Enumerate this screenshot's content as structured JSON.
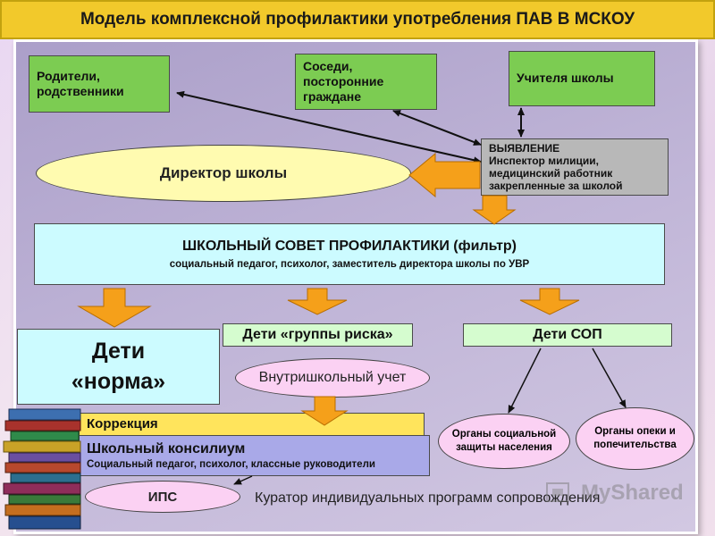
{
  "header": {
    "title": "Модель комплексной профилактики употребления ПАВ В МСКОУ"
  },
  "sources": {
    "parents": [
      "Родители,",
      "родственники"
    ],
    "neighbors": [
      "Соседи,",
      "посторонние",
      "граждане"
    ],
    "teachers": "Учителя школы"
  },
  "director": "Директор школы",
  "detection": {
    "title": "ВЫЯВЛЕНИЕ",
    "lines": [
      "Инспектор милиции,",
      "медицинский работник",
      "закрепленные за  школой"
    ]
  },
  "council": {
    "title": "ШКОЛЬНЫЙ СОВЕТ ПРОФИЛАКТИКИ (фильтр)",
    "subtitle": "социальный педагог, психолог, заместитель директора школы по УВР"
  },
  "groups": {
    "norm": [
      "Дети",
      "«норма»"
    ],
    "risk": "Дети «группы риска»",
    "sop": "Дети СОП"
  },
  "internal_registry": "Внутришкольный учет",
  "correction": "Коррекция",
  "consilium": {
    "title": "Школьный консилиум",
    "subtitle": "Социальный  педагог, психолог, классные руководители"
  },
  "ips": "ИПС",
  "social_protection": [
    "Органы социальной",
    "защиты населения"
  ],
  "guardianship": [
    "Органы опеки и",
    "попечительства"
  ],
  "curator": "Куратор индивидуальных программ сопровождения",
  "watermark": "MyShared",
  "colors": {
    "header": "#f2c92b",
    "green_box": "#7ccc52",
    "cyan_box": "#ccfbff",
    "light_green_box": "#d5fccf",
    "arrow_orange": "#f5a01a",
    "oval_yellow": "#fffbb0",
    "oval_pink": "#fbd1f3",
    "consilium_blue": "#a9a9e8",
    "correction_yellow": "#ffe45c"
  }
}
